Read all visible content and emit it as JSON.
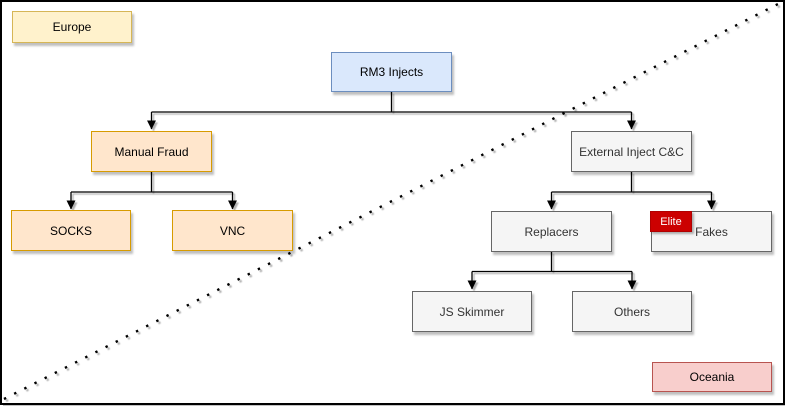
{
  "canvas": {
    "background": "#ffffff",
    "border_color": "#000000"
  },
  "regions": {
    "europe": {
      "label": "Europe",
      "fill": "#fff2cc",
      "stroke": "#d6b656"
    },
    "oceania": {
      "label": "Oceania",
      "fill": "#f8cecc",
      "stroke": "#b85450"
    },
    "divider": {
      "type": "dotted-diagonal-line",
      "color": "#000000",
      "from": "bottom-left",
      "to": "top-right"
    }
  },
  "tree": {
    "root": {
      "label": "RM3 Injects",
      "fill": "#dae8fc",
      "stroke": "#6c8ebf"
    },
    "manual_fraud": {
      "label": "Manual Fraud",
      "fill": "#ffe6cc",
      "stroke": "#d79b00"
    },
    "socks": {
      "label": "SOCKS",
      "fill": "#ffe6cc",
      "stroke": "#d79b00"
    },
    "vnc": {
      "label": "VNC",
      "fill": "#ffe6cc",
      "stroke": "#d79b00"
    },
    "external_c2": {
      "label": "External Inject C&C",
      "fill": "#f5f5f5",
      "stroke": "#666666"
    },
    "replacers": {
      "label": "Replacers",
      "fill": "#f5f5f5",
      "stroke": "#666666"
    },
    "fakes": {
      "label": "Fakes",
      "fill": "#f5f5f5",
      "stroke": "#666666",
      "badge": {
        "label": "Elite",
        "fill": "#cc0000",
        "text_color": "#ffffff"
      }
    },
    "js_skimmer": {
      "label": "JS Skimmer",
      "fill": "#f5f5f5",
      "stroke": "#666666"
    },
    "others": {
      "label": "Others",
      "fill": "#f5f5f5",
      "stroke": "#666666"
    }
  },
  "edges": [
    {
      "from": "RM3 Injects",
      "to": "Manual Fraud"
    },
    {
      "from": "RM3 Injects",
      "to": "External Inject C&C"
    },
    {
      "from": "Manual Fraud",
      "to": "SOCKS"
    },
    {
      "from": "Manual Fraud",
      "to": "VNC"
    },
    {
      "from": "External Inject C&C",
      "to": "Replacers"
    },
    {
      "from": "External Inject C&C",
      "to": "Fakes"
    },
    {
      "from": "Replacers",
      "to": "JS Skimmer"
    },
    {
      "from": "Replacers",
      "to": "Others"
    }
  ]
}
